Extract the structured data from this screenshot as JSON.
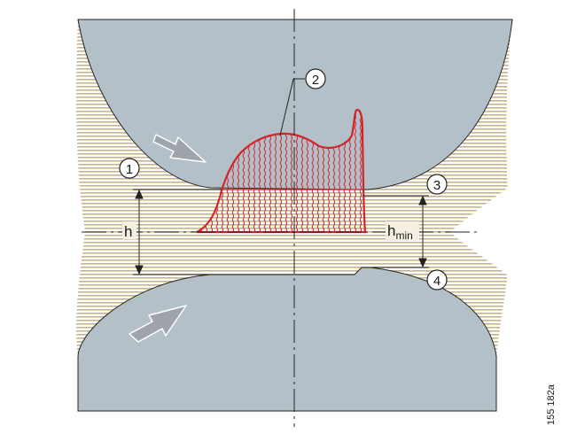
{
  "callouts": {
    "c1": "1",
    "c2": "2",
    "c3": "3",
    "c4": "4"
  },
  "labels": {
    "h": "h",
    "hmin_base": "h",
    "hmin_sub": "min"
  },
  "figure_id": "155 182a",
  "colors": {
    "roller": "#b4c0c8",
    "hatch": "#c8b48c",
    "pressure": "#d2232a",
    "outline": "#222222"
  },
  "icons": {
    "upper_arrow": "arrow-down-right-icon",
    "lower_arrow": "arrow-up-right-icon"
  }
}
